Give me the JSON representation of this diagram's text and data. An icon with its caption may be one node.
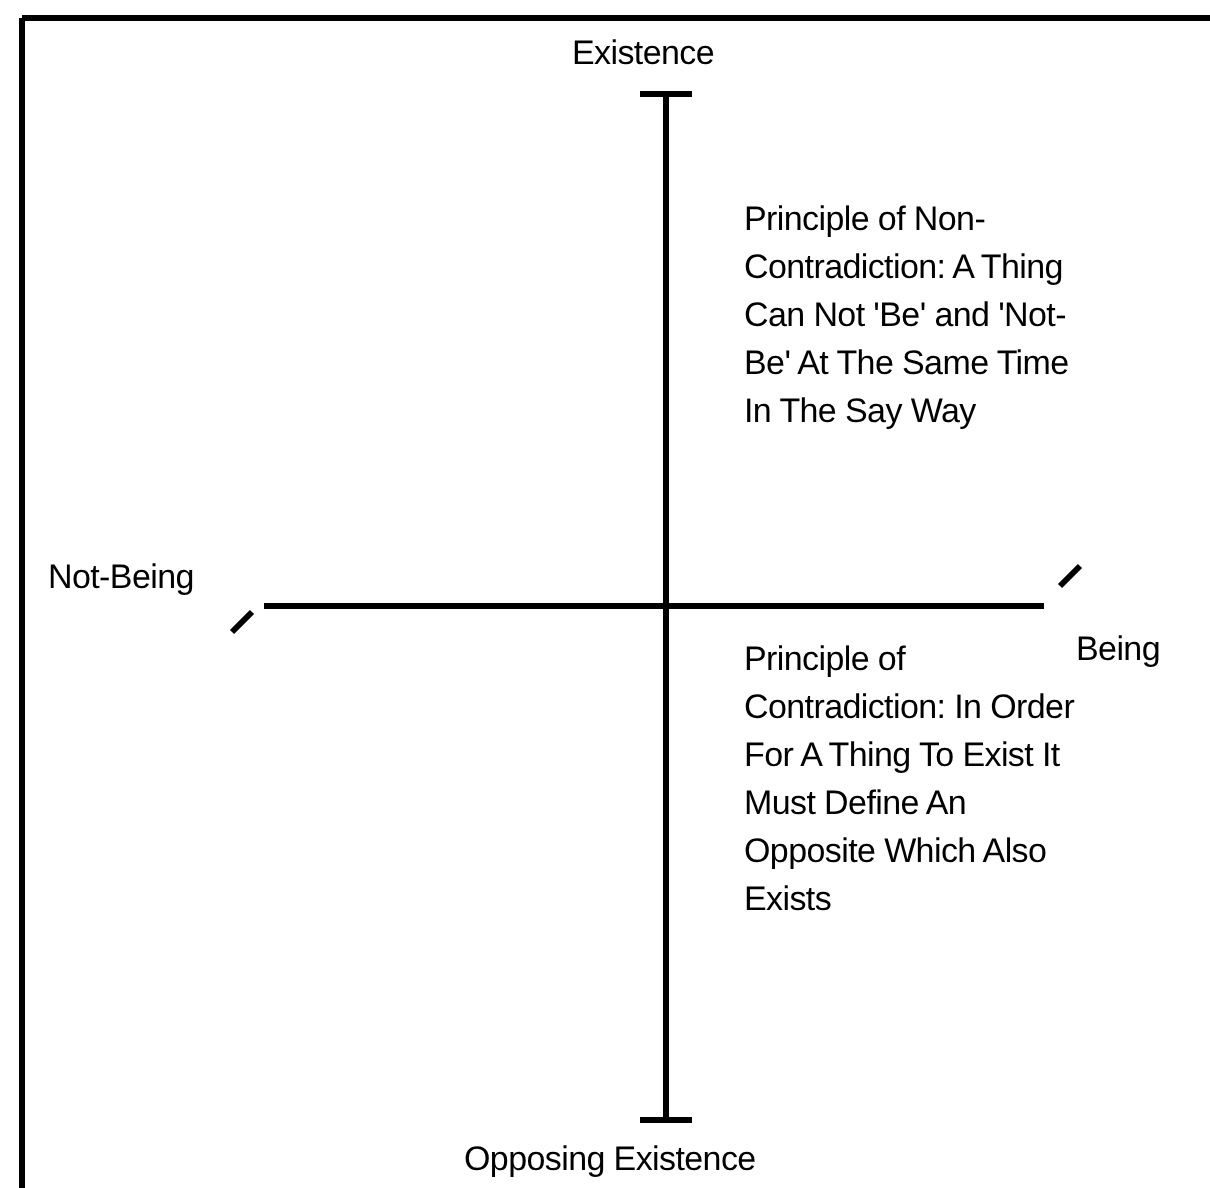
{
  "diagram": {
    "labels": [
      "Existence",
      "Principle of Non-Contradiction: A Thing Can Not 'Be' and 'Not-Be' At The Same Time In The Say Way",
      "Not-Being",
      "Being",
      "Principle of Contradiction: In Order For A Thing To Exist It Must Define An Opposite Which Also Exists",
      "Opposing Existence"
    ]
  }
}
